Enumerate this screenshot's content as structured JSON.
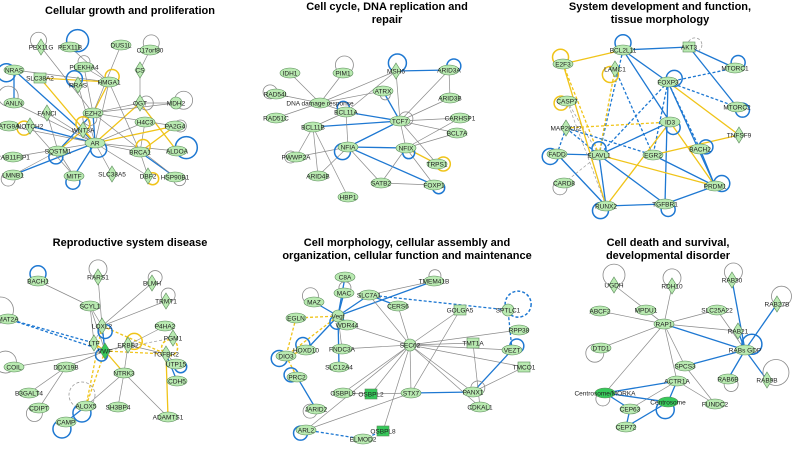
{
  "colors": {
    "node_fill": "#b9eab1",
    "node_fill_dark": "#36c95a",
    "node_stroke": "#5a8a5a",
    "edge_gray": "#8a8a8a",
    "edge_blue": "#1e78d2",
    "edge_yellow": "#f0c419",
    "edge_gray_dashed": "#9a9a9a"
  },
  "panels": [
    {
      "title_lines": [
        "Cellular growth and proliferation"
      ],
      "nodes": [
        {
          "label": "PEX11G"
        },
        {
          "label": "PEX11B"
        },
        {
          "label": "DUS1L"
        },
        {
          "label": "C17orf80"
        },
        {
          "label": "NRAS"
        },
        {
          "label": "PLEKHA4"
        },
        {
          "label": "CS"
        },
        {
          "label": "SLC38A2"
        },
        {
          "label": "RRAS"
        },
        {
          "label": "HMGA1"
        },
        {
          "label": "MDH2"
        },
        {
          "label": "ANLN"
        },
        {
          "label": "FANCI"
        },
        {
          "label": "EZH2"
        },
        {
          "label": "OGT"
        },
        {
          "label": "ATG9A"
        },
        {
          "label": "NOTCH2"
        },
        {
          "label": "H4C3"
        },
        {
          "label": "WNT3A"
        },
        {
          "label": "PA2G4"
        },
        {
          "label": "AR"
        },
        {
          "label": "BRCA1"
        },
        {
          "label": "ALDOA"
        },
        {
          "label": "RAB11FIP1"
        },
        {
          "label": "SQSTM1"
        },
        {
          "label": "LMNB1"
        },
        {
          "label": "MITF"
        },
        {
          "label": "SLC38A5"
        },
        {
          "label": "DBF2"
        },
        {
          "label": "HSP90B1"
        }
      ]
    },
    {
      "title_lines": [
        "Cell cycle, DNA replication and",
        "repair"
      ],
      "nodes": [
        {
          "label": "IDH1"
        },
        {
          "label": "PIM1"
        },
        {
          "label": "MSH6"
        },
        {
          "label": "ARID3A"
        },
        {
          "label": "RAD54L"
        },
        {
          "label": "DNA damage response"
        },
        {
          "label": "ATRX"
        },
        {
          "label": "ARID3B"
        },
        {
          "label": "RAD51C"
        },
        {
          "label": "BCL11A"
        },
        {
          "label": "TCF7"
        },
        {
          "label": "CARHSP1"
        },
        {
          "label": "BCL11B"
        },
        {
          "label": "BCL7A"
        },
        {
          "label": "PWWP2A"
        },
        {
          "label": "NFIA"
        },
        {
          "label": "NFIX"
        },
        {
          "label": "TRPS1"
        },
        {
          "label": "ARID4B"
        },
        {
          "label": "SATB2"
        },
        {
          "label": "FOXP1"
        },
        {
          "label": "HBP1"
        }
      ]
    },
    {
      "title_lines": [
        "System development and function,",
        "tissue morphology"
      ],
      "nodes": [
        {
          "label": "E2F3"
        },
        {
          "label": "BCL2L11"
        },
        {
          "label": "AKT3"
        },
        {
          "label": "LAMC1"
        },
        {
          "label": "FOXP3"
        },
        {
          "label": "MTORC1"
        },
        {
          "label": "CASP7"
        },
        {
          "label": "MAP2K1/2"
        },
        {
          "label": "MTORC2"
        },
        {
          "label": "ID3"
        },
        {
          "label": "TNFSF9"
        },
        {
          "label": "BACH2"
        },
        {
          "label": "FADD"
        },
        {
          "label": "ELAVL1"
        },
        {
          "label": "EGR2"
        },
        {
          "label": "CARD8"
        },
        {
          "label": "PRDM1"
        },
        {
          "label": "RUNX2"
        },
        {
          "label": "TGFBR1"
        }
      ]
    },
    {
      "title_lines": [
        "Reproductive system disease"
      ],
      "nodes": [
        {
          "label": "BACH1"
        },
        {
          "label": "RARS1"
        },
        {
          "label": "BLMH"
        },
        {
          "label": "SCYL1"
        },
        {
          "label": "TRMT1"
        },
        {
          "label": "MAT2A"
        },
        {
          "label": "LOXL2"
        },
        {
          "label": "P4HA2"
        },
        {
          "label": "LTF"
        },
        {
          "label": "PGM1"
        },
        {
          "label": "VWF"
        },
        {
          "label": "ERBB2"
        },
        {
          "label": "COIL"
        },
        {
          "label": "DDX19B"
        },
        {
          "label": "TGFBR2"
        },
        {
          "label": "UTP15"
        },
        {
          "label": "NTRK3"
        },
        {
          "label": "CDH5"
        },
        {
          "label": "B3GALT4"
        },
        {
          "label": "CDIPT"
        },
        {
          "label": "ALOX5"
        },
        {
          "label": "SH3BP4"
        },
        {
          "label": "ADAMTS1"
        },
        {
          "label": "CAMP"
        }
      ]
    },
    {
      "title_lines": [
        "Cell morphology, cellular assembly and",
        "organization, cellular function and maintenance"
      ],
      "nodes": [
        {
          "label": "C8A"
        },
        {
          "label": "TMEM41B"
        },
        {
          "label": "MAZ"
        },
        {
          "label": "MAC"
        },
        {
          "label": "SLC7A1"
        },
        {
          "label": "SPTLC1"
        },
        {
          "label": "EGLN"
        },
        {
          "label": "CERS6"
        },
        {
          "label": "Vegf"
        },
        {
          "label": "WDR44"
        },
        {
          "label": "GOLGA5"
        },
        {
          "label": "RPP38"
        },
        {
          "label": "HOXD10"
        },
        {
          "label": "FNDC3A"
        },
        {
          "label": "SEC62"
        },
        {
          "label": "VEZT"
        },
        {
          "label": "DIO3"
        },
        {
          "label": "SLC12A4"
        },
        {
          "label": "TMT1A"
        },
        {
          "label": "TMCO1"
        },
        {
          "label": "PRC2"
        },
        {
          "label": "OSBPL9"
        },
        {
          "label": "STX7"
        },
        {
          "label": "PANX1"
        },
        {
          "label": "JARID2"
        },
        {
          "label": "OSBPL2"
        },
        {
          "label": "CDKAL1"
        },
        {
          "label": "OSBPL8"
        },
        {
          "label": "ARL2"
        },
        {
          "label": "ELMOD2"
        }
      ]
    },
    {
      "title_lines": [
        "Cell death and survival,",
        "developmental disorder"
      ],
      "nodes": [
        {
          "label": "UGDH"
        },
        {
          "label": "RDH10"
        },
        {
          "label": "RAB30"
        },
        {
          "label": "ABCF2"
        },
        {
          "label": "MPDU1"
        },
        {
          "label": "SLC25A22"
        },
        {
          "label": "RAB27B"
        },
        {
          "label": "DTD1"
        },
        {
          "label": "RAP1"
        },
        {
          "label": "RAB21"
        },
        {
          "label": "RABs GDP"
        },
        {
          "label": "SPCS3"
        },
        {
          "label": "Centrosome/MORKA"
        },
        {
          "label": "ACTR1A"
        },
        {
          "label": "RAB6B"
        },
        {
          "label": "CEP63"
        },
        {
          "label": "Centrosome"
        },
        {
          "label": "FUNDC2"
        },
        {
          "label": "RAB9B"
        },
        {
          "label": "CEP72"
        }
      ]
    }
  ]
}
